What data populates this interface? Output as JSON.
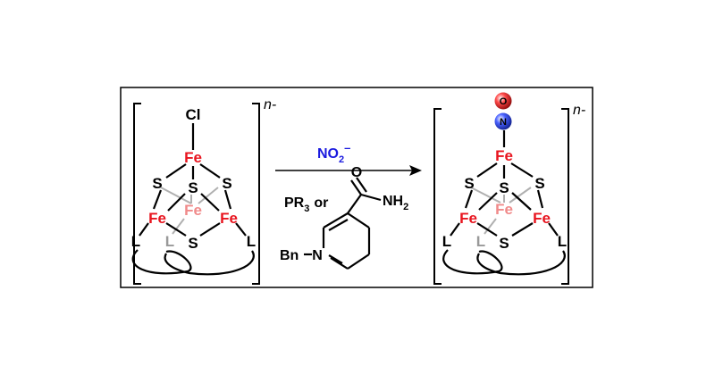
{
  "colors": {
    "iron": "#e8141e",
    "iron_back": "#f08a8a",
    "ligand_back": "#999999",
    "reagent_blue": "#1a1adf",
    "nitrogen_sphere": "#2a3fd8",
    "oxygen_sphere": "#e8141e"
  },
  "left_cluster": {
    "apical": "Cl",
    "iron": "Fe",
    "sulfur": "S",
    "ligand": "L",
    "charge": "n-"
  },
  "reaction": {
    "reagent_top": "NO",
    "reagent_top_sub": "2",
    "reagent_top_sup": "–",
    "reagent_bottom_prefix": "PR",
    "reagent_bottom_sub": "3",
    "reagent_bottom_suffix": "or"
  },
  "nadh_model": {
    "substituent": "Bn",
    "ring_nitrogen": "N",
    "carbonyl_oxygen": "O",
    "amide": "NH",
    "amide_sub": "2"
  },
  "right_cluster": {
    "nitrosyl_o": "O",
    "nitrosyl_n": "N",
    "iron": "Fe",
    "sulfur": "S",
    "ligand": "L",
    "charge": "n-"
  }
}
